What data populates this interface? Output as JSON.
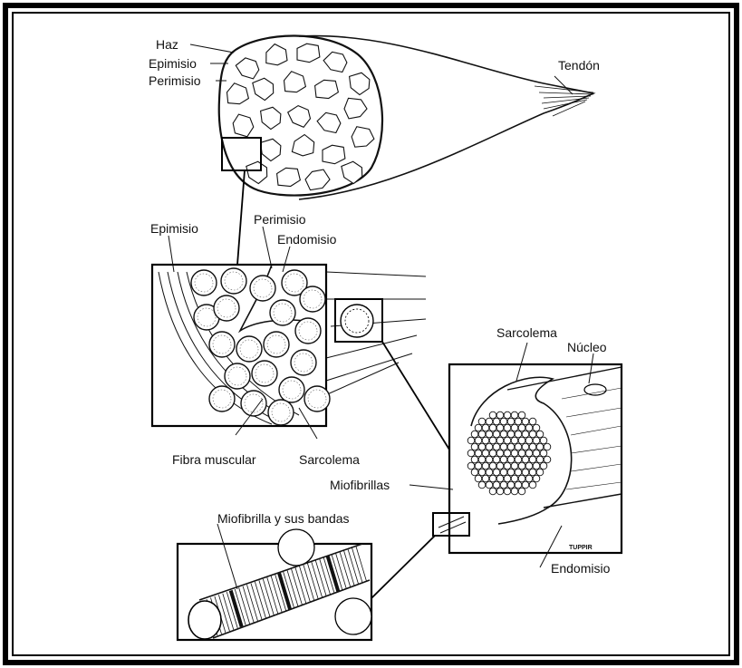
{
  "labels": {
    "haz": "Haz",
    "epimisio_top": "Epimisio",
    "perimisio_top": "Perimisio",
    "tendon": "Tendón",
    "epimisio_mid": "Epimisio",
    "perimisio_mid": "Perimisio",
    "endomisio_mid": "Endomisio",
    "fibra_muscular": "Fibra muscular",
    "sarcolema_mid": "Sarcolema",
    "sarcolema_right": "Sarcolema",
    "nucleo": "Núcleo",
    "miofibrillas": "Miofibrillas",
    "miofibrilla_bandas": "Miofibrilla y sus bandas",
    "endomisio_right": "Endomisio",
    "artist_mark": "TUPPIR"
  },
  "colors": {
    "ink": "#111111",
    "frame": "#000000",
    "paper": "#ffffff"
  }
}
